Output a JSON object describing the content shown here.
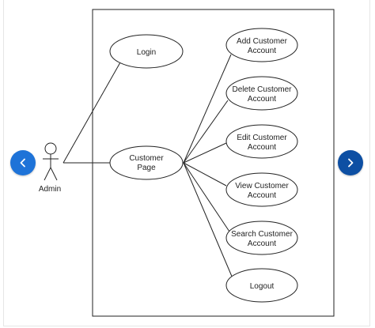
{
  "diagram": {
    "actor": {
      "label": "Admin"
    },
    "use_cases": {
      "login": [
        "Login"
      ],
      "customer_page": [
        "Customer",
        "Page"
      ],
      "add_customer": [
        "Add Customer",
        "Account"
      ],
      "delete_customer": [
        "Delete Customer",
        "Account"
      ],
      "edit_customer": [
        "Edit Customer",
        "Account"
      ],
      "view_customer": [
        "View Customer",
        "Account"
      ],
      "search_customer": [
        "Search Customer",
        "Account"
      ],
      "logout": [
        "Logout"
      ]
    }
  },
  "carousel": {
    "prev_icon": "chevron-left-icon",
    "next_icon": "chevron-right-icon",
    "prev_color": "#1e73d8",
    "next_color": "#0d4fa3"
  }
}
